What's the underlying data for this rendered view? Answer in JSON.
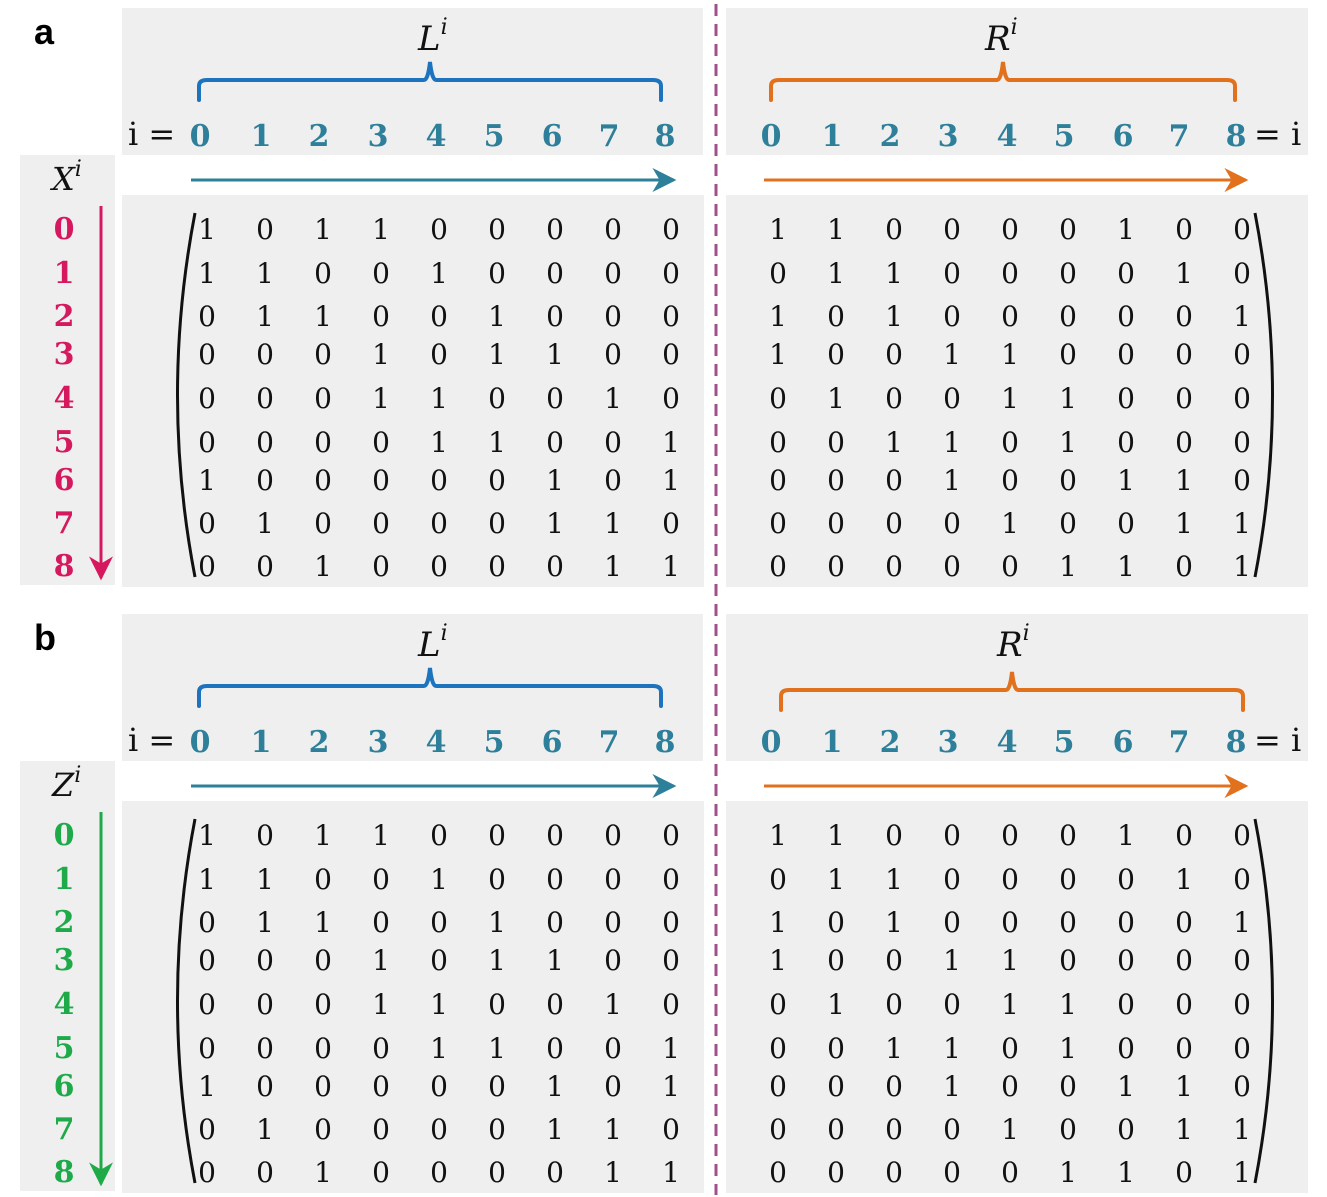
{
  "colors": {
    "background_box": "#efefef",
    "left_blue": "#1e73be",
    "left_teal": "#2e7f9a",
    "right_orange": "#e2711d",
    "x_pink": "#d6185e",
    "z_green": "#1faa4a",
    "divider": "#a0508a"
  },
  "panels": [
    {
      "label": "a",
      "left_group": "L",
      "right_group": "R",
      "superscript": "i",
      "row_symbol": "X",
      "index_prefix": "i =",
      "index_suffix": "= i",
      "col_indices": [
        "0",
        "1",
        "2",
        "3",
        "4",
        "5",
        "6",
        "7",
        "8"
      ],
      "row_indices": [
        "0",
        "1",
        "2",
        "3",
        "4",
        "5",
        "6",
        "7",
        "8"
      ],
      "row_color": "#d6185e"
    },
    {
      "label": "b",
      "left_group": "L",
      "right_group": "R",
      "superscript": "i",
      "row_symbol": "Z",
      "index_prefix": "i =",
      "index_suffix": "= i",
      "col_indices": [
        "0",
        "1",
        "2",
        "3",
        "4",
        "5",
        "6",
        "7",
        "8"
      ],
      "row_indices": [
        "0",
        "1",
        "2",
        "3",
        "4",
        "5",
        "6",
        "7",
        "8"
      ],
      "row_color": "#1faa4a"
    }
  ],
  "matrix": [
    [
      "1",
      "0",
      "1",
      "1",
      "0",
      "0",
      "0",
      "0",
      "0",
      "1",
      "1",
      "0",
      "0",
      "0",
      "0",
      "1",
      "0",
      "0"
    ],
    [
      "1",
      "1",
      "0",
      "0",
      "1",
      "0",
      "0",
      "0",
      "0",
      "0",
      "1",
      "1",
      "0",
      "0",
      "0",
      "0",
      "1",
      "0"
    ],
    [
      "0",
      "1",
      "1",
      "0",
      "0",
      "1",
      "0",
      "0",
      "0",
      "1",
      "0",
      "1",
      "0",
      "0",
      "0",
      "0",
      "0",
      "1"
    ],
    [
      "0",
      "0",
      "0",
      "1",
      "0",
      "1",
      "1",
      "0",
      "0",
      "1",
      "0",
      "0",
      "1",
      "1",
      "0",
      "0",
      "0",
      "0"
    ],
    [
      "0",
      "0",
      "0",
      "1",
      "1",
      "0",
      "0",
      "1",
      "0",
      "0",
      "1",
      "0",
      "0",
      "1",
      "1",
      "0",
      "0",
      "0"
    ],
    [
      "0",
      "0",
      "0",
      "0",
      "1",
      "1",
      "0",
      "0",
      "1",
      "0",
      "0",
      "1",
      "1",
      "0",
      "1",
      "0",
      "0",
      "0"
    ],
    [
      "1",
      "0",
      "0",
      "0",
      "0",
      "0",
      "1",
      "0",
      "1",
      "0",
      "0",
      "0",
      "1",
      "0",
      "0",
      "1",
      "1",
      "0"
    ],
    [
      "0",
      "1",
      "0",
      "0",
      "0",
      "0",
      "1",
      "1",
      "0",
      "0",
      "0",
      "0",
      "0",
      "1",
      "0",
      "0",
      "1",
      "1"
    ],
    [
      "0",
      "0",
      "1",
      "0",
      "0",
      "0",
      "0",
      "1",
      "1",
      "0",
      "0",
      "0",
      "0",
      "0",
      "1",
      "1",
      "0",
      "1"
    ]
  ]
}
